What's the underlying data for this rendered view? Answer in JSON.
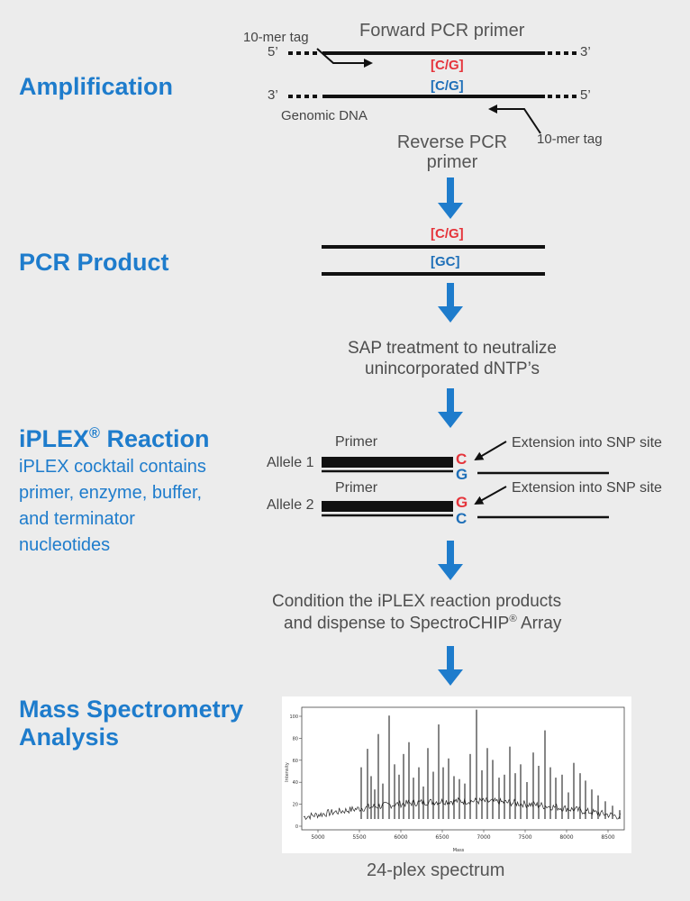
{
  "stages": {
    "amplification": "Amplification",
    "pcr_product": "PCR Product",
    "iplex_title": "iPLEX",
    "iplex_reg": "®",
    "iplex_title_rest": " Reaction",
    "iplex_desc": "iPLEX cocktail contains primer, enzyme, buffer, and terminator nucleotides",
    "mass_spec": "Mass  Spectrometry Analysis"
  },
  "amplification": {
    "forward_primer": "Forward PCR primer",
    "tag_left": "10-mer tag",
    "tag_right": "10-mer tag",
    "five_prime_top": "5’",
    "three_prime_top": "3’",
    "three_prime_bottom": "3’",
    "five_prime_bottom": "5’",
    "snp_top": "[C/G]",
    "snp_bottom": "[C/G]",
    "genomic_dna": "Genomic DNA",
    "reverse_primer": "Reverse PCR primer"
  },
  "pcr_product": {
    "snp_top": "[C/G]",
    "snp_bottom": "[GC]"
  },
  "sap_step": "SAP treatment to neutralize unincorporated dNTP’s",
  "iplex_reaction": {
    "allele1_label": "Allele 1",
    "allele2_label": "Allele 2",
    "primer1_label": "Primer",
    "primer2_label": "Primer",
    "allele1_ext": "C",
    "allele1_template": "G",
    "allele2_ext": "G",
    "allele2_template": "C",
    "extension1": "Extension into SNP site",
    "extension2": "Extension into SNP site"
  },
  "condition_step": {
    "line1": "Condition the iPLEX reaction products",
    "line2": "and dispense to SpectroCHIP",
    "reg": "®",
    "line2_rest": " Array"
  },
  "spectrum": {
    "caption": "24-plex spectrum",
    "xlabel": "Mass",
    "ylabel": "Intensity",
    "x_ticks": [
      "5000",
      "5500",
      "6000",
      "6500",
      "7000",
      "7500",
      "8000",
      "8500"
    ],
    "y_ticks": [
      "0",
      "20",
      "40",
      "60",
      "80",
      "100"
    ]
  },
  "colors": {
    "accent_blue": "#1e7ccc",
    "snp_red": "#e5343b",
    "snp_blue": "#1e6fb8"
  }
}
